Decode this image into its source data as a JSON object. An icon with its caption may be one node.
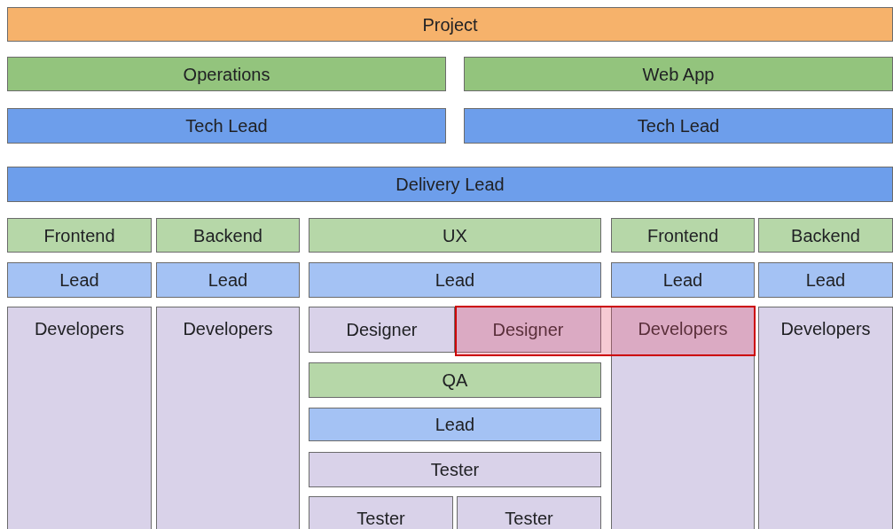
{
  "diagram": {
    "nodes": [
      {
        "text": [
          "Project"
        ]
      },
      {
        "text": [
          "Operations"
        ]
      },
      {
        "text": [
          "Web App"
        ]
      },
      {
        "text": [
          "Tech Lead"
        ]
      },
      {
        "text": [
          "Tech Lead"
        ]
      },
      {
        "text": [
          "Delivery Lead"
        ]
      },
      {
        "text": [
          "Frontend"
        ]
      },
      {
        "text": [
          "Backend"
        ]
      },
      {
        "text": [
          "UX"
        ]
      },
      {
        "text": [
          "Frontend"
        ]
      },
      {
        "text": [
          "Backend"
        ]
      },
      {
        "text": [
          "Lead"
        ]
      },
      {
        "text": [
          "Lead"
        ]
      },
      {
        "text": [
          "Lead"
        ]
      },
      {
        "text": [
          "Lead"
        ]
      },
      {
        "text": [
          "Lead"
        ]
      },
      {
        "text": [
          "Developers"
        ]
      },
      {
        "text": [
          "Developers"
        ]
      },
      {
        "text": [
          "Designer"
        ]
      },
      {
        "text": [
          "Designer"
        ]
      },
      {
        "text": [
          "Developers"
        ]
      },
      {
        "text": [
          "Developers"
        ]
      },
      {
        "text": [
          "QA"
        ]
      },
      {
        "text": [
          "Lead"
        ]
      },
      {
        "text": [
          "Tester"
        ]
      },
      {
        "text": [
          "Tester"
        ]
      },
      {
        "text": [
          "Tester"
        ]
      }
    ]
  }
}
